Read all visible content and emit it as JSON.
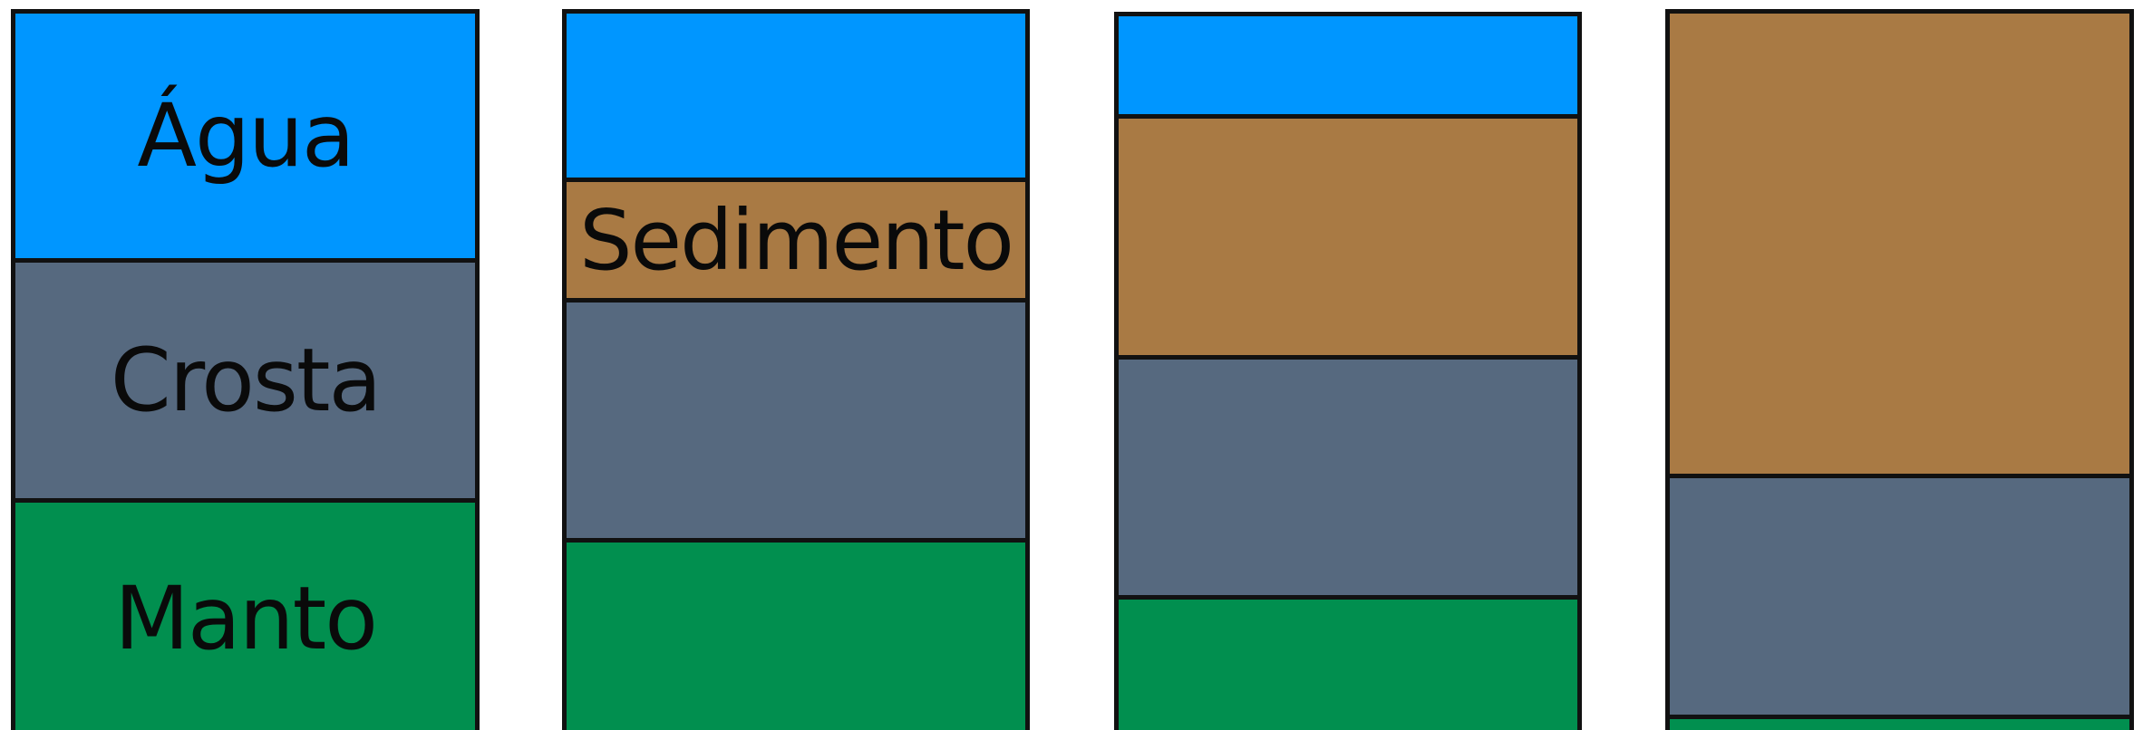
{
  "colors": {
    "agua": "#0096ff",
    "sedimento": "#a97a44",
    "crosta": "#56697f",
    "manto": "#018f4f",
    "border": "#111111"
  },
  "labels": {
    "agua": "Água",
    "crosta": "Crosta",
    "manto": "Manto",
    "sedimento": "Sedimento"
  },
  "columns": [
    {
      "name": "column-1",
      "layers": [
        {
          "type": "agua",
          "label": "Água"
        },
        {
          "type": "crosta",
          "label": "Crosta"
        },
        {
          "type": "manto",
          "label": "Manto"
        }
      ]
    },
    {
      "name": "column-2",
      "layers": [
        {
          "type": "agua"
        },
        {
          "type": "sedimento",
          "label": "Sedimento"
        },
        {
          "type": "crosta"
        },
        {
          "type": "manto"
        }
      ]
    },
    {
      "name": "column-3",
      "layers": [
        {
          "type": "agua"
        },
        {
          "type": "sedimento"
        },
        {
          "type": "crosta"
        },
        {
          "type": "manto"
        }
      ]
    },
    {
      "name": "column-4",
      "layers": [
        {
          "type": "sedimento"
        },
        {
          "type": "crosta"
        },
        {
          "type": "manto"
        }
      ]
    }
  ]
}
